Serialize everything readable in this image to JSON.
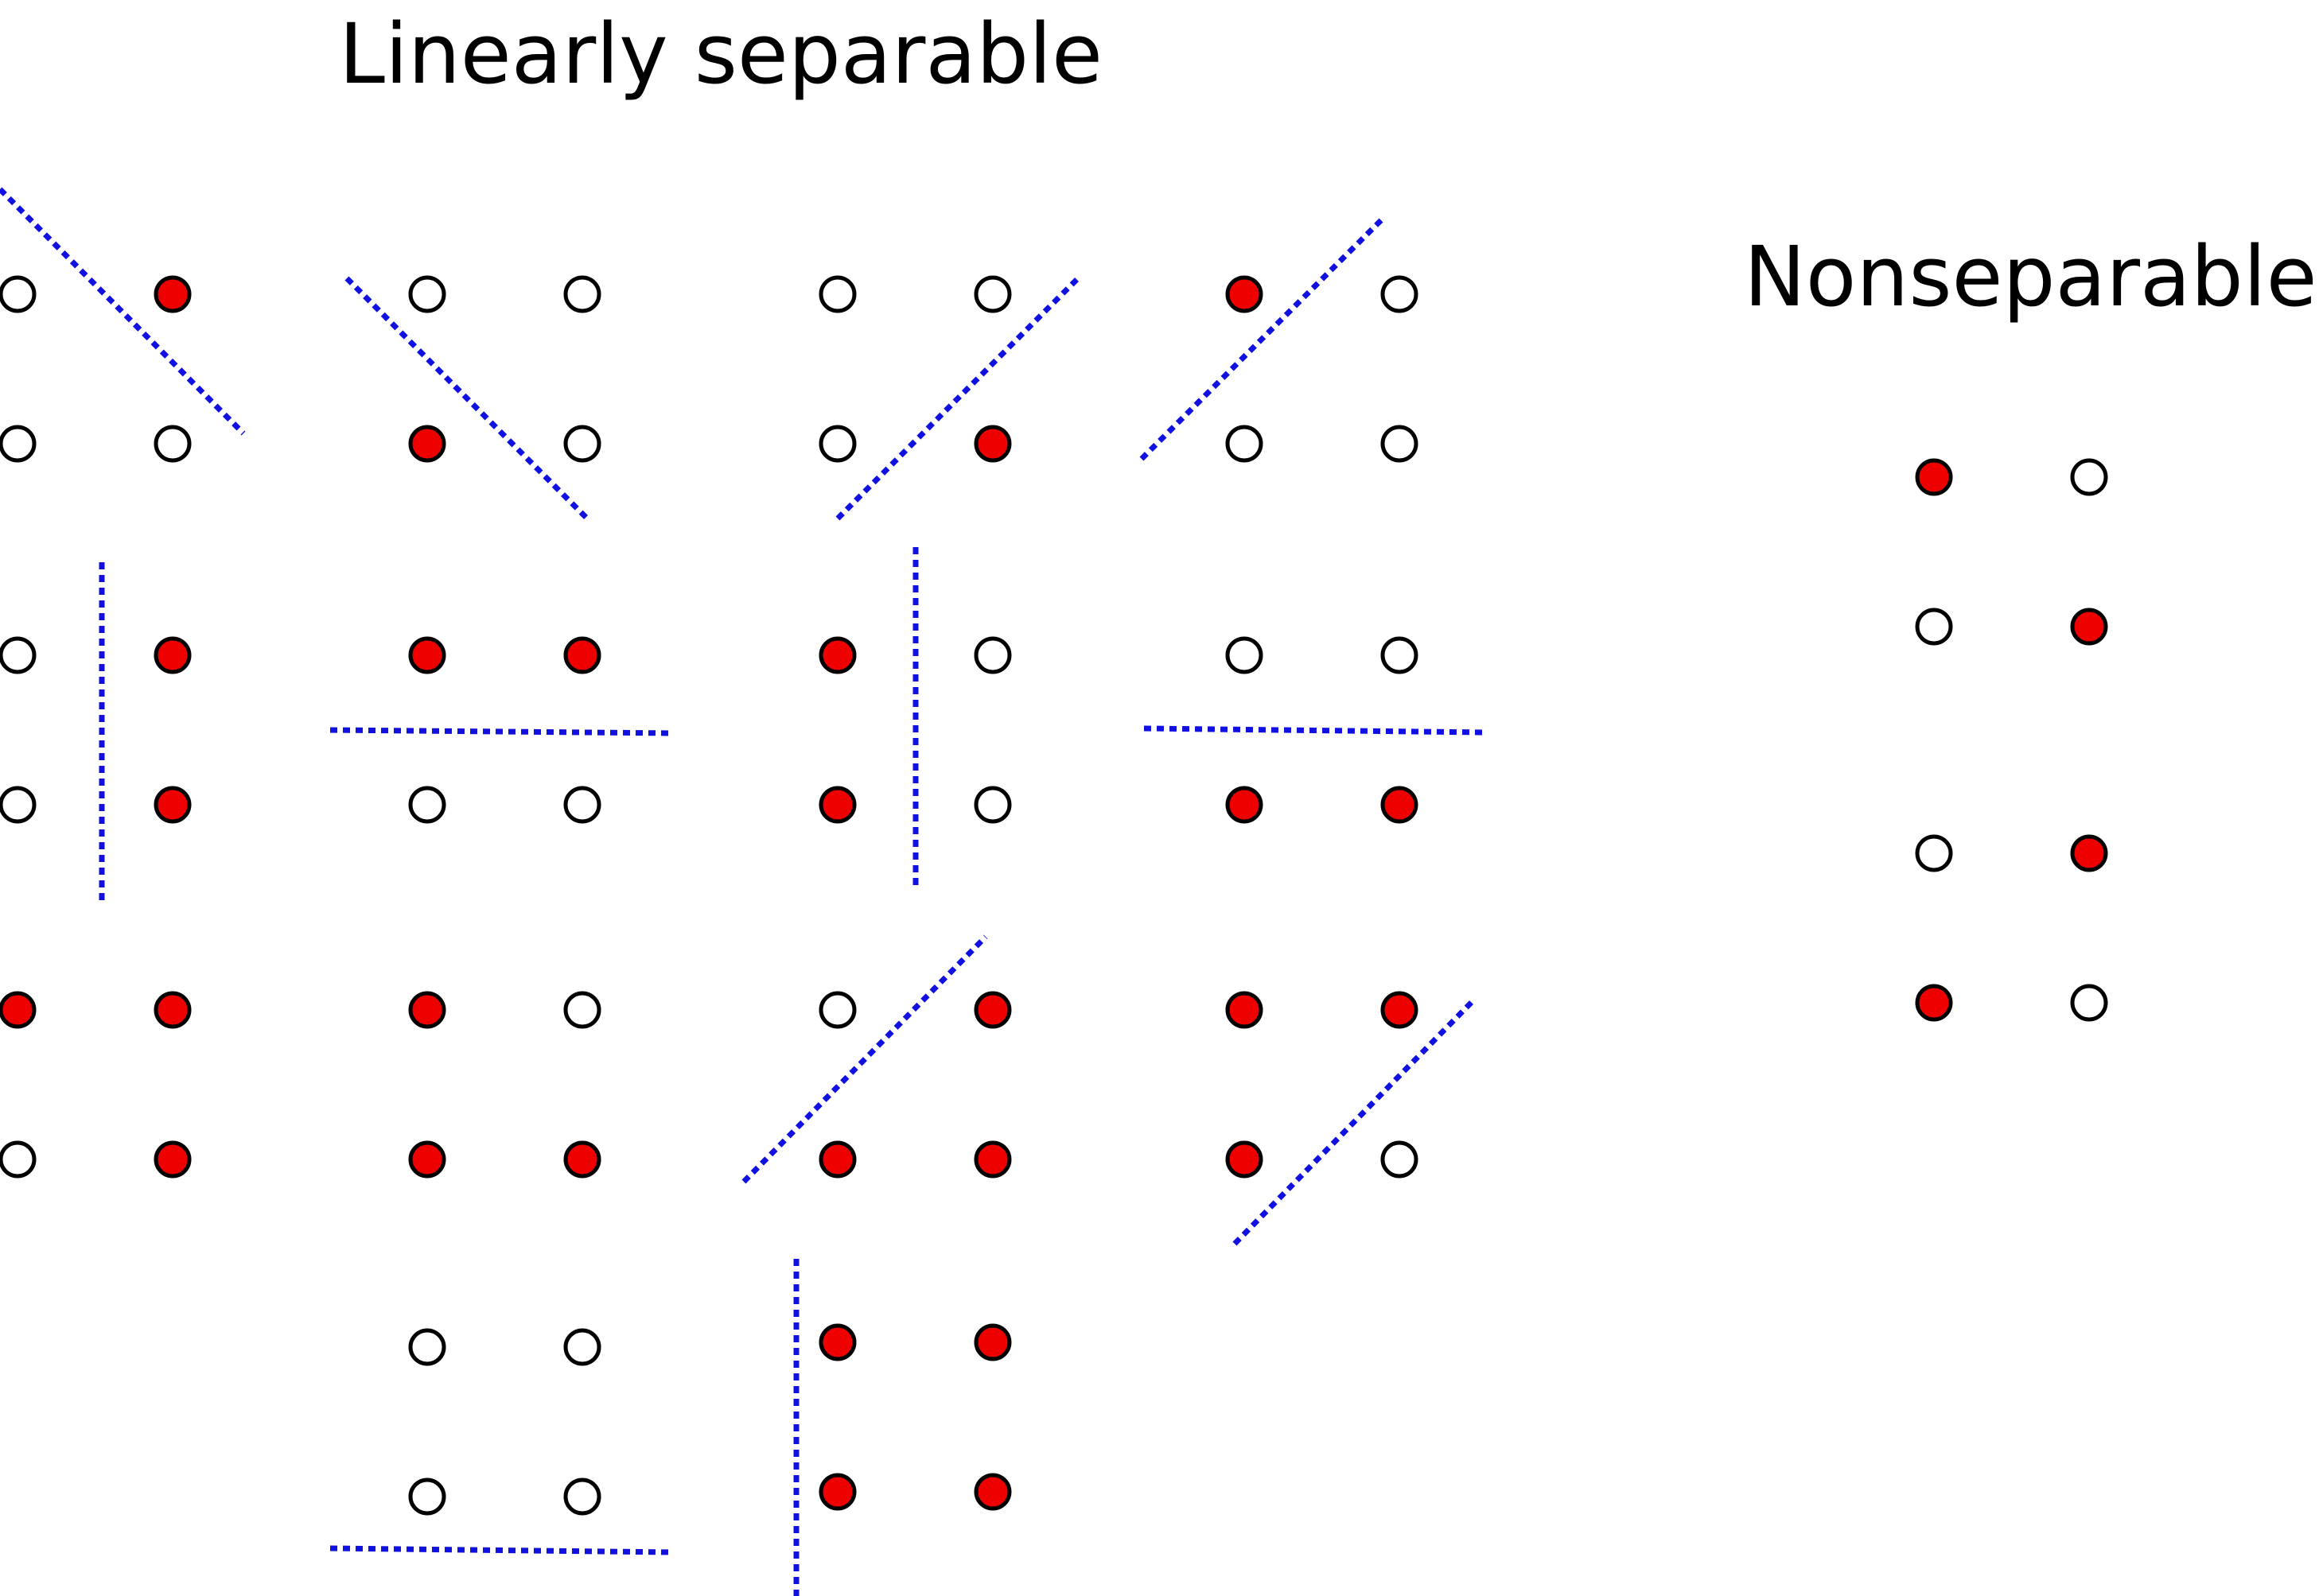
{
  "titles": {
    "separable": "Linearly separable",
    "nonseparable": "Nonseparable"
  },
  "colors": {
    "filled": "#ee0000",
    "empty": "#ffffff",
    "outline": "#000000",
    "boundary": "#1010e0"
  },
  "separable_panels": [
    {
      "grid": [
        [
          false,
          true
        ],
        [
          false,
          false
        ]
      ],
      "boundary": "diagonal-descending"
    },
    {
      "grid": [
        [
          false,
          false
        ],
        [
          true,
          false
        ]
      ],
      "boundary": "diagonal-descending"
    },
    {
      "grid": [
        [
          false,
          false
        ],
        [
          false,
          true
        ]
      ],
      "boundary": "diagonal-ascending"
    },
    {
      "grid": [
        [
          true,
          false
        ],
        [
          false,
          false
        ]
      ],
      "boundary": "diagonal-ascending"
    },
    {
      "grid": [
        [
          false,
          true
        ],
        [
          false,
          true
        ]
      ],
      "boundary": "vertical"
    },
    {
      "grid": [
        [
          true,
          true
        ],
        [
          false,
          false
        ]
      ],
      "boundary": "horizontal"
    },
    {
      "grid": [
        [
          true,
          false
        ],
        [
          true,
          false
        ]
      ],
      "boundary": "vertical"
    },
    {
      "grid": [
        [
          false,
          false
        ],
        [
          true,
          true
        ]
      ],
      "boundary": "horizontal"
    },
    {
      "grid": [
        [
          true,
          true
        ],
        [
          false,
          true
        ]
      ],
      "boundary": "diagonal-descending"
    },
    {
      "grid": [
        [
          true,
          false
        ],
        [
          true,
          true
        ]
      ],
      "boundary": "diagonal-ascending"
    },
    {
      "grid": [
        [
          false,
          true
        ],
        [
          true,
          true
        ]
      ],
      "boundary": "diagonal-ascending"
    },
    {
      "grid": [
        [
          true,
          true
        ],
        [
          true,
          false
        ]
      ],
      "boundary": "diagonal-ascending"
    },
    {
      "grid": [
        [
          false,
          false
        ],
        [
          false,
          false
        ]
      ],
      "boundary": "horizontal"
    },
    {
      "grid": [
        [
          true,
          true
        ],
        [
          true,
          true
        ]
      ],
      "boundary": "vertical"
    }
  ],
  "nonseparable_panels": [
    {
      "grid": [
        [
          true,
          false
        ],
        [
          false,
          true
        ]
      ]
    },
    {
      "grid": [
        [
          false,
          true
        ],
        [
          true,
          false
        ]
      ]
    }
  ]
}
